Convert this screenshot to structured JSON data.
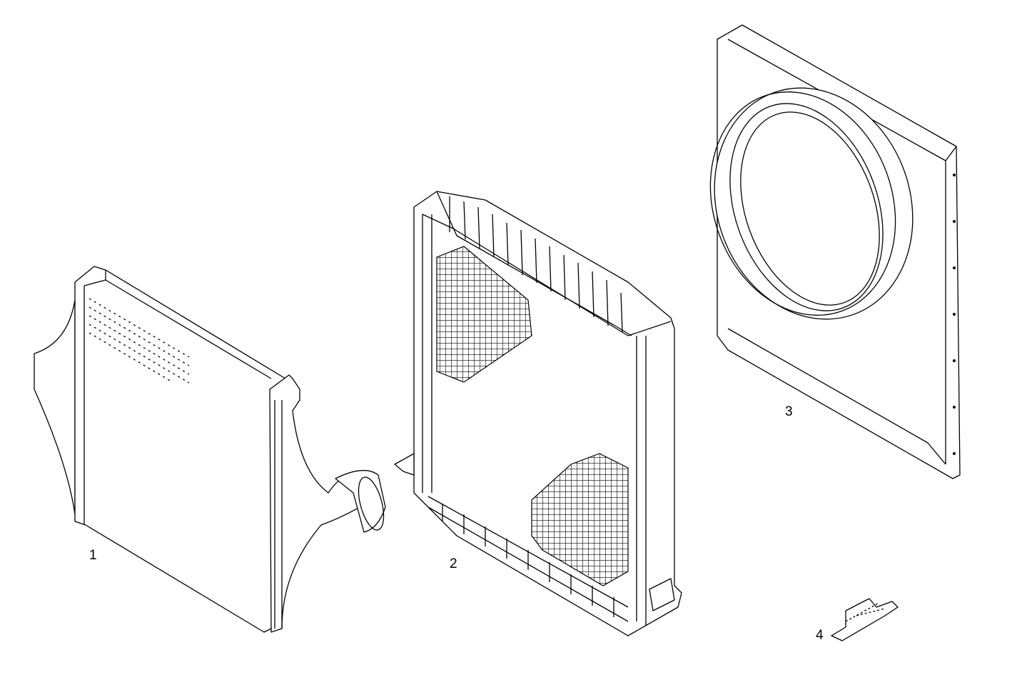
{
  "diagram": {
    "parts": [
      {
        "number": "1"
      },
      {
        "number": "2"
      },
      {
        "number": "3"
      },
      {
        "number": "4"
      }
    ],
    "colors": {
      "line": "#000000",
      "background": "#ffffff"
    }
  }
}
